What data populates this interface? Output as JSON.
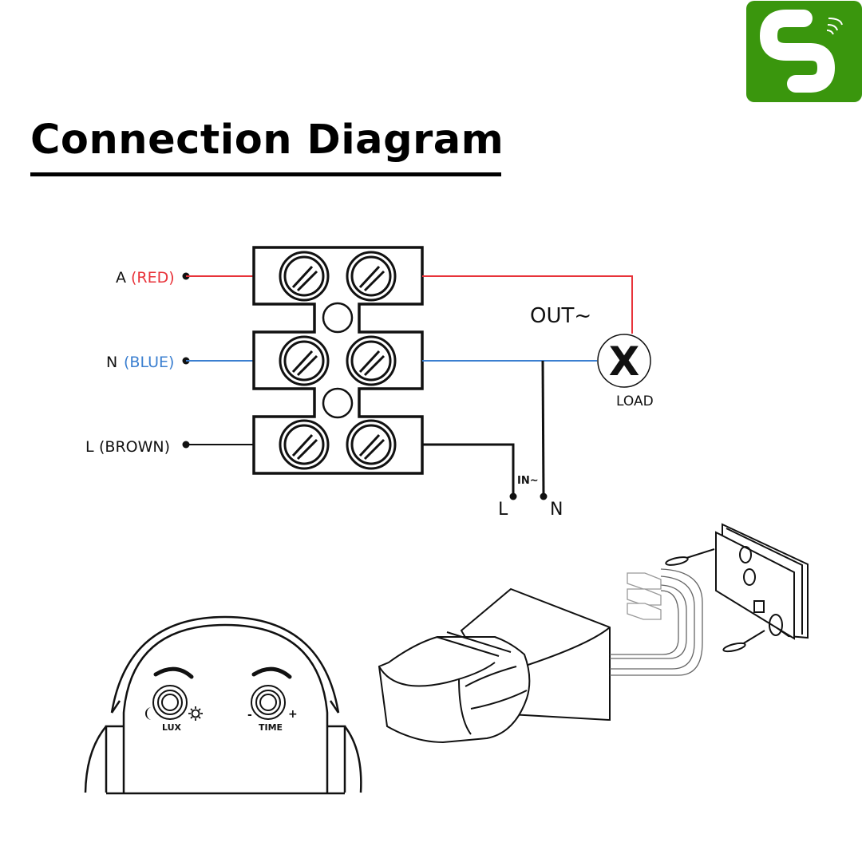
{
  "brand": {
    "logo_icon": "smart-s-wifi-logo-icon",
    "logo_color": "#3a960d"
  },
  "header": {
    "title": "Connection Diagram"
  },
  "wiring": {
    "inputs": [
      {
        "terminal": "A",
        "wire": "(RED)",
        "color": "#e8333a"
      },
      {
        "terminal": "N",
        "wire": "(BLUE)",
        "color": "#3b7fd0"
      },
      {
        "terminal": "L",
        "wire": "(BROWN)",
        "color": "#111111"
      }
    ],
    "output_label": "OUT~",
    "load_label": "LOAD",
    "load_symbol": "X",
    "input_label": "IN~",
    "mains_l": "L",
    "mains_n": "N"
  },
  "sensor_front": {
    "knobs": [
      {
        "label": "LUX",
        "min_icon": "moon-icon",
        "max_icon": "sun-icon"
      },
      {
        "label": "TIME",
        "min_icon": "minus-icon",
        "max_icon": "plus-icon",
        "min_text": "-",
        "max_text": "+"
      }
    ]
  },
  "colors": {
    "red_wire": "#e8333a",
    "blue_wire": "#3b7fd0",
    "line": "#111111"
  }
}
